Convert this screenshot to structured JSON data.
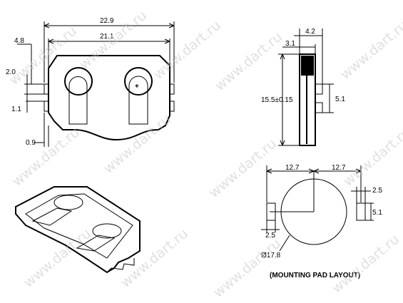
{
  "watermark": "www.dart.ru",
  "top_view": {
    "overall_width": "22.9",
    "inner_width": "21.1",
    "tab_offset": "4.8",
    "tab_height": "2.0",
    "tab_gap": "1.1",
    "foot_offset": "0.9",
    "polarity": "+"
  },
  "side_view": {
    "total_thickness": "4.2",
    "body_thickness": "3.1",
    "height": "15.5±0.15",
    "pin_pitch": "5.1"
  },
  "pad_layout": {
    "pad_center_left": "12.7",
    "pad_center_right": "12.7",
    "pad_width_right": "2.5",
    "pad_height": "5.1",
    "pad_width_left": "2.5",
    "cell_diameter": "Ø17.8",
    "caption": "(MOUNTING PAD LAYOUT)"
  },
  "colors": {
    "line": "#000000",
    "watermark": "#c8c8c8"
  }
}
